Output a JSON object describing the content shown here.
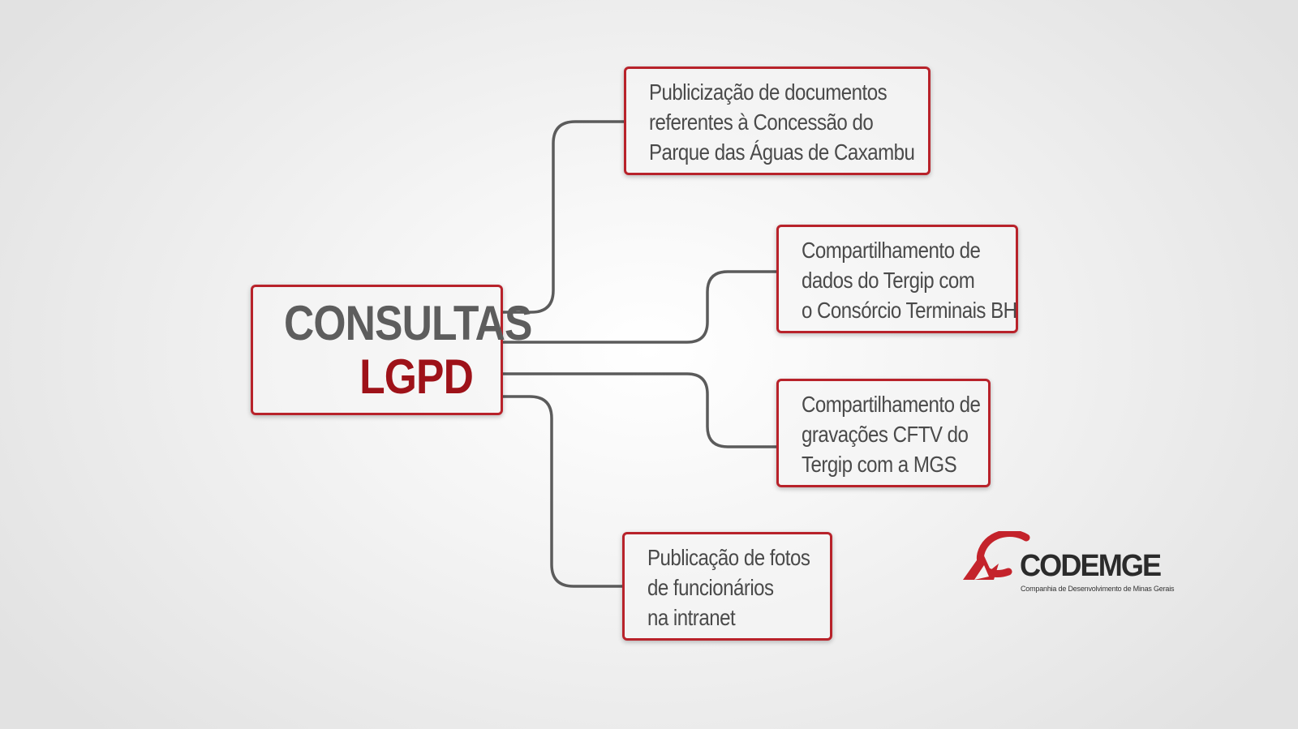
{
  "central": {
    "line1": "CONSULTAS",
    "line2": "LGPD"
  },
  "topics": [
    {
      "lines": [
        "Publicização de documentos",
        "referentes à Concessão do",
        "Parque das Águas de Caxambu"
      ]
    },
    {
      "lines": [
        "Compartilhamento de",
        "dados do Tergip com",
        "o Consórcio Terminais BH"
      ]
    },
    {
      "lines": [
        "Compartilhamento de",
        "gravações CFTV do",
        "Tergip com a MGS"
      ]
    },
    {
      "lines": [
        "Publicação de fotos",
        "de funcionários",
        "na intranet"
      ]
    }
  ],
  "logo": {
    "name": "CODEMGE",
    "subtitle": "Companhia de Desenvolvimento de Minas Gerais"
  },
  "colors": {
    "accent": "#b8222a",
    "accent_dark": "#9e1219",
    "text_gray": "#5d5d5d",
    "connector": "#5b5b5b"
  }
}
